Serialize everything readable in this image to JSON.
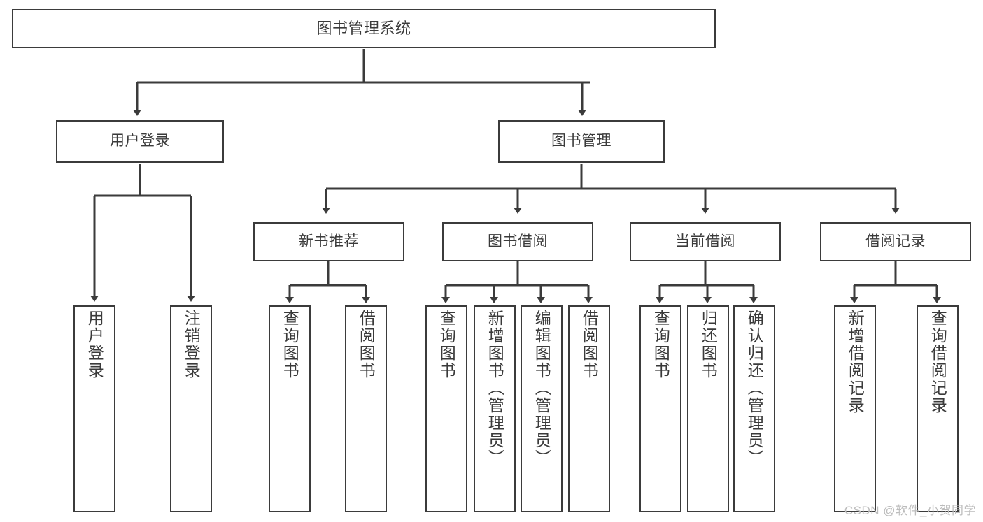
{
  "diagram": {
    "type": "hierarchy-tree",
    "title": "图书管理系统",
    "colors": {
      "background": "#ffffff",
      "box_border": "#3b3b3b",
      "box_fill": "#ffffff",
      "connector": "#3b3b3b",
      "text": "#3a3a3a",
      "watermark": "#bcbcbc"
    },
    "root": {
      "label": "图书管理系统"
    },
    "level2": [
      {
        "label": "用户登录"
      },
      {
        "label": "图书管理"
      }
    ],
    "level3": [
      {
        "label": "新书推荐"
      },
      {
        "label": "图书借阅"
      },
      {
        "label": "当前借阅"
      },
      {
        "label": "借阅记录"
      }
    ],
    "leaves": {
      "user_login": [
        {
          "label": "用户登录"
        },
        {
          "label": "注销登录"
        }
      ],
      "new_book_recommend": [
        {
          "label": "查询图书"
        },
        {
          "label": "借阅图书"
        }
      ],
      "book_borrow": [
        {
          "label": "查询图书"
        },
        {
          "label": "新增图书（管理员）"
        },
        {
          "label": "编辑图书（管理员）"
        },
        {
          "label": "借阅图书"
        }
      ],
      "current_borrow": [
        {
          "label": "查询图书"
        },
        {
          "label": "归还图书"
        },
        {
          "label": "确认归还（管理员）"
        }
      ],
      "borrow_record": [
        {
          "label": "新增借阅记录"
        },
        {
          "label": "查询借阅记录"
        }
      ]
    }
  },
  "watermark": {
    "text": "CSDN @软件_小贺同学"
  }
}
